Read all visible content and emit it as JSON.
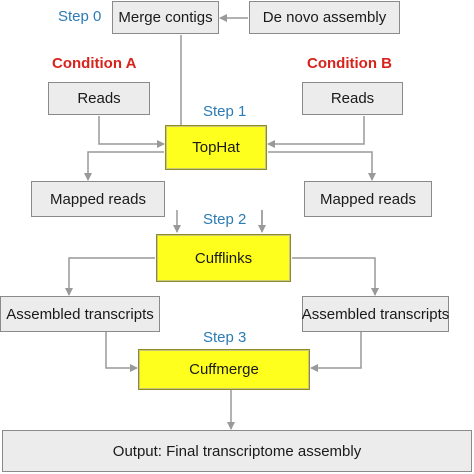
{
  "nodes": {
    "merge_contigs": "Merge contigs",
    "de_novo_assembly": "De novo assembly",
    "reads_a": "Reads",
    "reads_b": "Reads",
    "tophat": "TopHat",
    "mapped_reads_a": "Mapped reads",
    "mapped_reads_b": "Mapped reads",
    "cufflinks": "Cufflinks",
    "assembled_transcripts_a": "Assembled transcripts",
    "assembled_transcripts_b": "Assembled transcripts",
    "cuffmerge": "Cuffmerge",
    "output": "Output: Final transcriptome assembly"
  },
  "steps": {
    "step0": "Step 0",
    "step1": "Step 1",
    "step2": "Step 2",
    "step3": "Step 3"
  },
  "conditions": {
    "a": "Condition A",
    "b": "Condition B"
  },
  "colors": {
    "step_text": "#2b7bb4",
    "condition_text": "#d8231c",
    "tool_box_fill": "#ffff1e",
    "data_box_fill": "#ececec",
    "arrow": "#999999"
  }
}
